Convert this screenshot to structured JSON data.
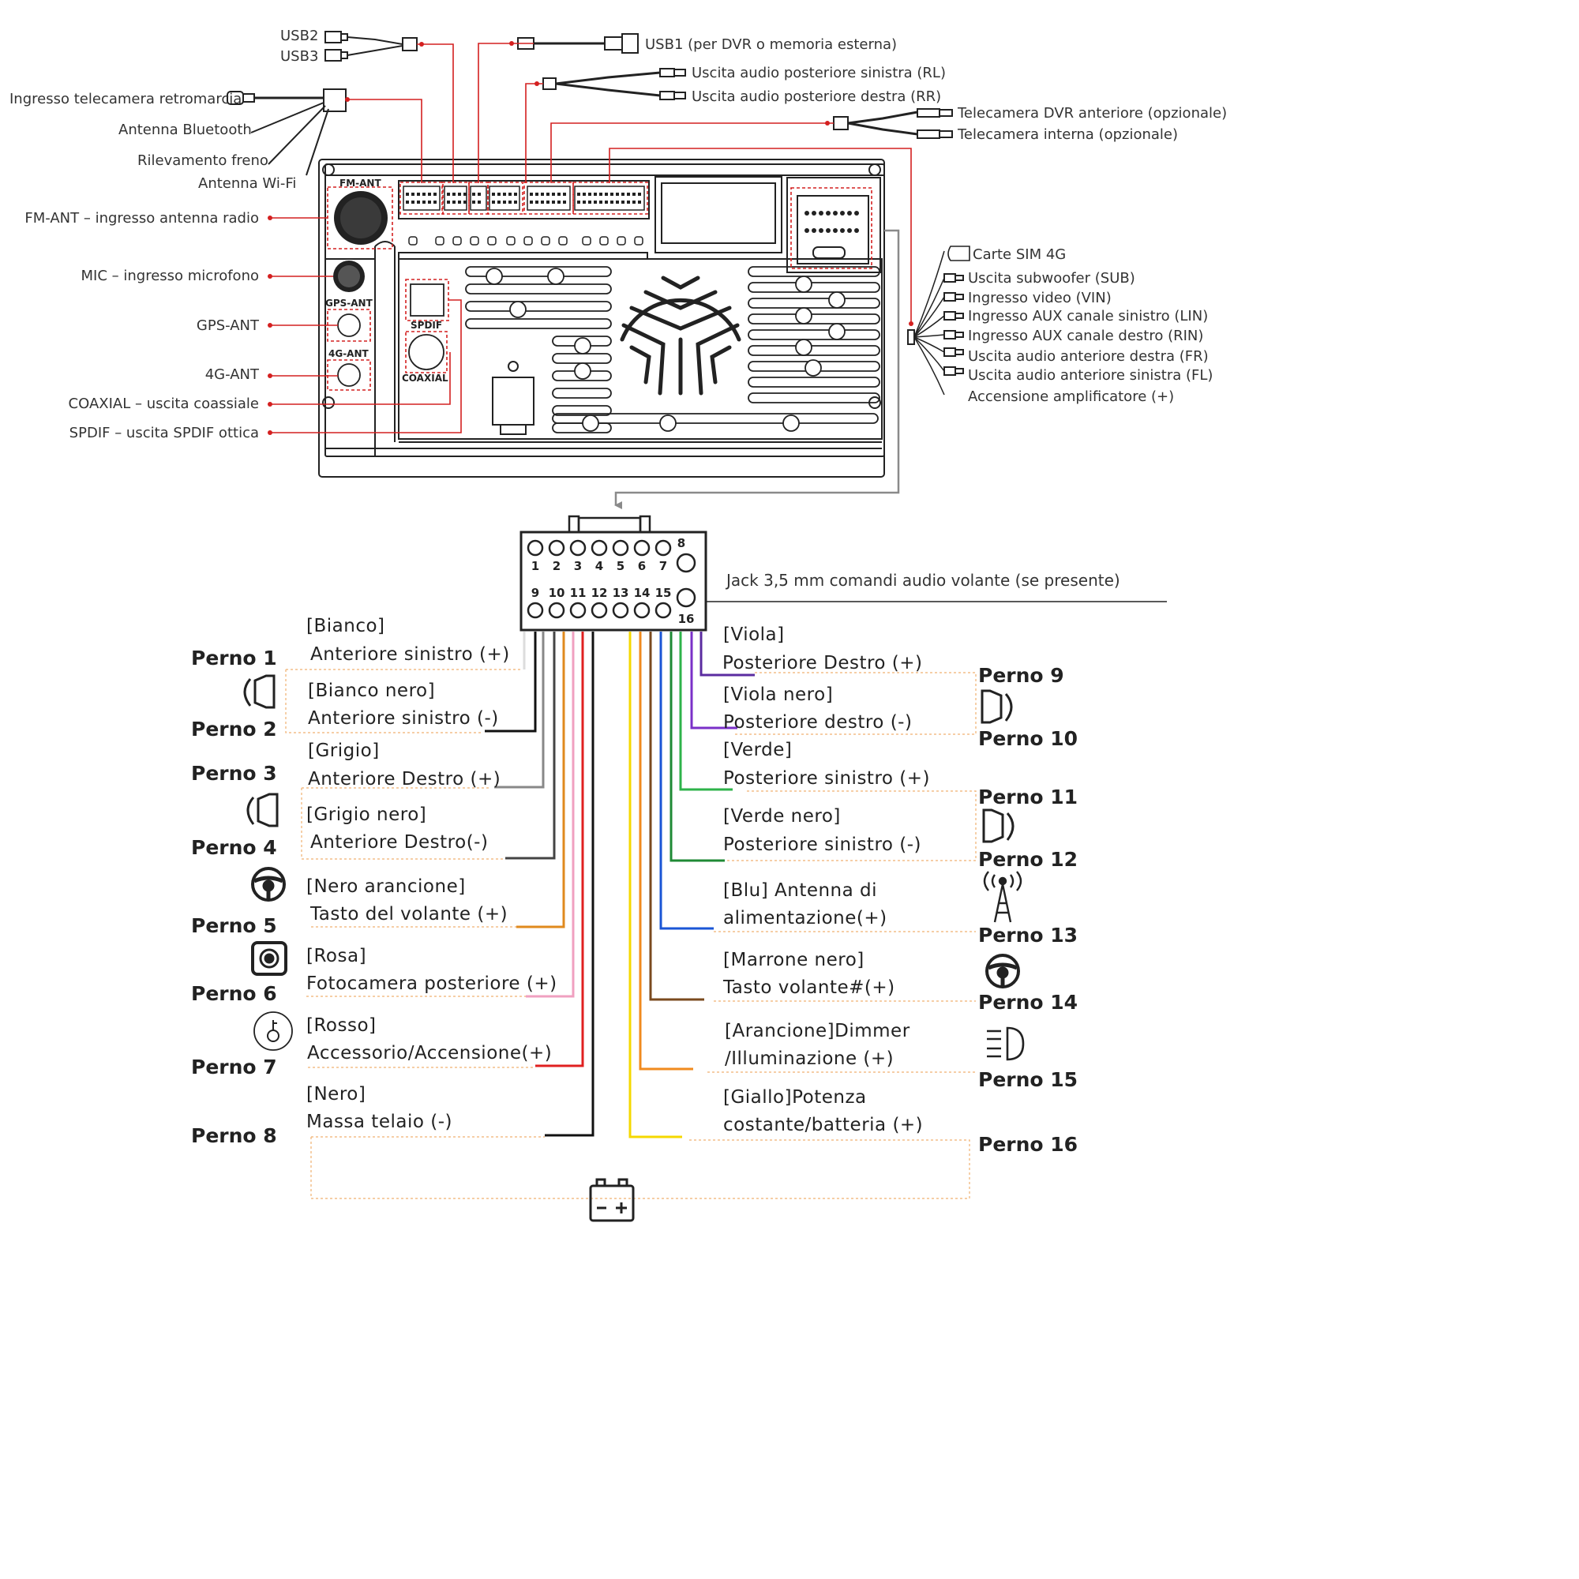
{
  "top_labels": {
    "usb2": "USB2",
    "usb3": "USB3",
    "usb1": "USB1 (per DVR o memoria esterna)",
    "rl": "Uscita audio posteriore sinistra (RL)",
    "rr": "Uscita audio posteriore destra (RR)",
    "dvr_front": "Telecamera DVR anteriore (opzionale)",
    "cam_internal": "Telecamera interna (opzionale)",
    "reverse_cam": "Ingresso telecamera retromarcia",
    "bt_antenna": "Antenna Bluetooth",
    "brake": "Rilevamento freno",
    "wifi": "Antenna Wi-Fi"
  },
  "left_labels": {
    "fm": "FM-ANT – ingresso antenna radio",
    "mic": "MIC – ingresso microfono",
    "gps": "GPS-ANT",
    "g4": "4G-ANT",
    "coaxial": "COAXIAL – uscita coassiale",
    "spdif": "SPDIF – uscita SPDIF ottica"
  },
  "board_labels": {
    "fm": "FM-ANT",
    "gps": "GPS-ANT",
    "g4": "4G-ANT",
    "spdif": "SPDIF",
    "coaxial": "COAXIAL"
  },
  "right_labels": [
    "Carte SIM 4G",
    "Uscita subwoofer (SUB)",
    "Ingresso video (VIN)",
    "Ingresso AUX canale sinistro (LIN)",
    "Ingresso AUX canale destro (RIN)",
    "Uscita audio anteriore destra (FR)",
    "Uscita audio anteriore sinistra (FL)",
    "Accensione amplificatore (+)"
  ],
  "connector_pins": {
    "top": [
      "1",
      "2",
      "3",
      "4",
      "5",
      "6",
      "7",
      "8"
    ],
    "bottom": [
      "9",
      "10",
      "11",
      "12",
      "13",
      "14",
      "15",
      "16"
    ]
  },
  "jack_label": "Jack 3,5 mm comandi audio volante (se presente)",
  "left_wires": [
    {
      "color_label": "[Bianco]",
      "func": "Anteriore sinistro (+)",
      "color": "#dddddd"
    },
    {
      "color_label": "[Bianco nero]",
      "func": "Anteriore sinistro (-)",
      "color": "#111111"
    },
    {
      "color_label": "[Grigio]",
      "func": "Anteriore Destro (+)",
      "color": "#888888"
    },
    {
      "color_label": "[Grigio nero]",
      "func": "Anteriore Destro(-)",
      "color": "#444444"
    },
    {
      "color_label": "[Nero arancione]",
      "func": "Tasto del volante (+)",
      "color": "#e08a1e"
    },
    {
      "color_label": "[Rosa]",
      "func": "Fotocamera posteriore (+)",
      "color": "#f0a0c0"
    },
    {
      "color_label": "[Rosso]",
      "func": "Accessorio/Accensione(+)",
      "color": "#e02020"
    },
    {
      "color_label": "[Nero]",
      "func": "Massa telaio (-)",
      "color": "#111111"
    }
  ],
  "right_wires": [
    {
      "color_label": "[Viola]",
      "func": "Posteriore Destro (+)",
      "color": "#5b2ca0"
    },
    {
      "color_label": "[Viola nero]",
      "func": "Posteriore destro (-)",
      "color": "#7a30c8"
    },
    {
      "color_label": "[Verde]",
      "func": "Posteriore sinistro (+)",
      "color": "#2db34a"
    },
    {
      "color_label": "[Verde nero]",
      "func": "Posteriore sinistro (-)",
      "color": "#1f8a35"
    },
    {
      "color_label": "[Blu] Antenna di",
      "func": "alimentazione(+)",
      "color": "#1a55d6"
    },
    {
      "color_label": "[Marrone nero]",
      "func": "Tasto volante#(+)",
      "color": "#7a4a1e"
    },
    {
      "color_label": "[Arancione]Dimmer",
      "func": "/Illuminazione (+)",
      "color": "#f08a1e"
    },
    {
      "color_label": "[Giallo]Potenza",
      "func": "costante/batteria (+)",
      "color": "#f5d800"
    }
  ],
  "pins_left": [
    "Perno 1",
    "Perno 2",
    "Perno 3",
    "Perno 4",
    "Perno 5",
    "Perno 6",
    "Perno 7",
    "Perno 8"
  ],
  "pins_right": [
    "Perno 9",
    "Perno 10",
    "Perno 11",
    "Perno 12",
    "Perno 13",
    "Perno 14",
    "Perno 15",
    "Perno 16"
  ],
  "colors": {
    "leader_red": "#d42020",
    "outline": "#222222",
    "guide_orange": "#f0b070",
    "gray_cable": "#8a8a8a"
  }
}
